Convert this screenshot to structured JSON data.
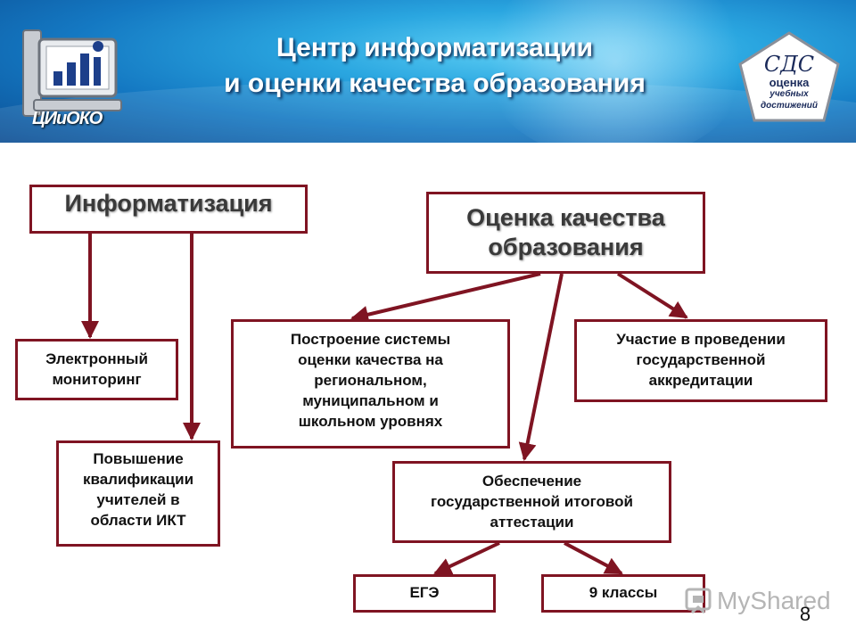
{
  "header": {
    "title_line1": "Центр информатизации",
    "title_line2": "и оценки качества образования",
    "left_logo": {
      "icon": "ciuoko-logo-icon",
      "text": "ЦИиОКО"
    },
    "right_logo": {
      "icon": "cdc-logo-icon",
      "name": "СДС",
      "caption_line1": "оценка",
      "caption_line2": "учебных",
      "caption_line3": "достижений"
    }
  },
  "diagram": {
    "nodes": {
      "informatization": {
        "lines": [
          "Информатизация"
        ]
      },
      "quality": {
        "lines": [
          "Оценка качества",
          "образования"
        ]
      },
      "monitoring": {
        "lines": [
          "Электронный",
          "мониторинг"
        ]
      },
      "qualification": {
        "lines": [
          "Повышение",
          "квалификации",
          "учителей в",
          "области ИКТ"
        ]
      },
      "building": {
        "lines": [
          "Построение системы",
          "оценки качества на",
          "региональном,",
          "муниципальном и",
          "школьном уровнях"
        ]
      },
      "accreditation": {
        "lines": [
          "Участие в проведении",
          "государственной",
          "аккредитации"
        ]
      },
      "certification": {
        "lines": [
          "Обеспечение",
          "государственной итоговой",
          "аттестации"
        ]
      },
      "ege": {
        "lines": [
          "ЕГЭ"
        ]
      },
      "grade9": {
        "lines": [
          "9 классы"
        ]
      }
    },
    "edges": [
      {
        "from": "informatization",
        "to": "monitoring"
      },
      {
        "from": "informatization",
        "to": "qualification"
      },
      {
        "from": "quality",
        "to": "building"
      },
      {
        "from": "quality",
        "to": "accreditation"
      },
      {
        "from": "quality",
        "to": "certification"
      },
      {
        "from": "certification",
        "to": "ege"
      },
      {
        "from": "certification",
        "to": "grade9"
      }
    ],
    "colors": {
      "border": "#7f1422",
      "arrow": "#7f1422"
    }
  },
  "watermark": {
    "icon": "myshared-icon",
    "text": "MyShared"
  },
  "page_number": "8"
}
